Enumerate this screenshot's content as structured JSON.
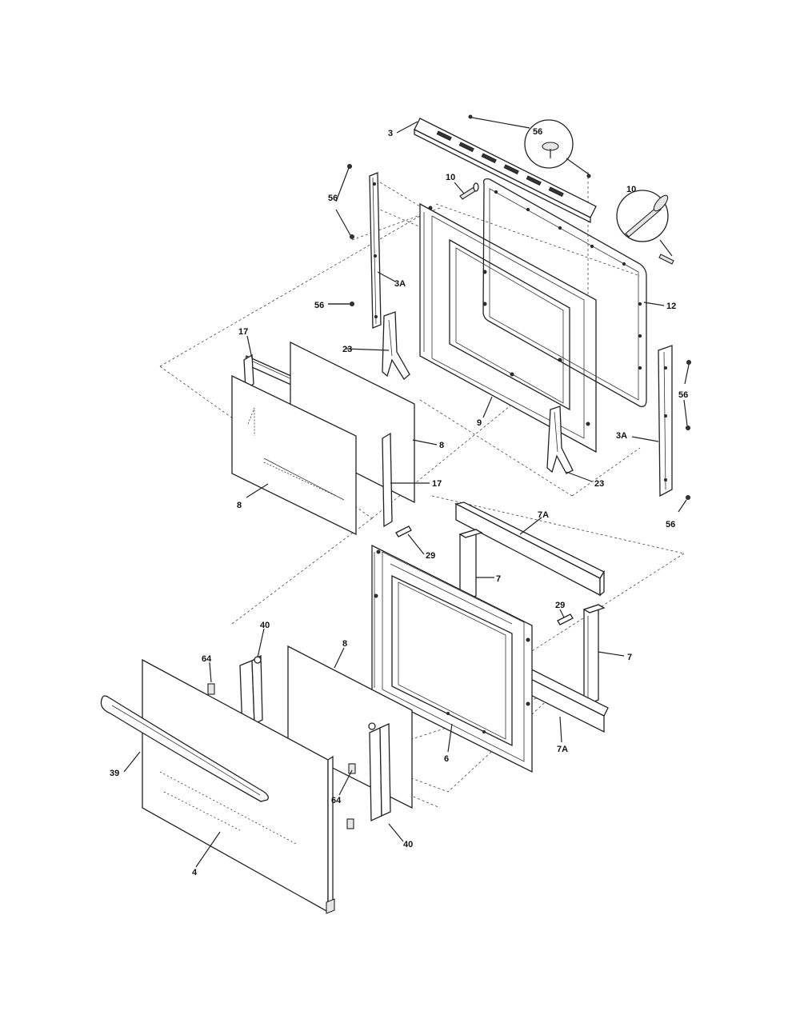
{
  "labels": {
    "l3": "3",
    "l56_callout": "56",
    "l10_top": "10",
    "l10_callout": "10",
    "l56_a": "56",
    "l3A_left": "3A",
    "l56_b": "56",
    "l12": "12",
    "l17_top": "17",
    "l23_top": "23",
    "l9": "9",
    "l56_c": "56",
    "l3A_right": "3A",
    "l8_upper": "8",
    "l23_bottom": "23",
    "l17_lower": "17",
    "l8_left": "8",
    "l56_d": "56",
    "l7A_top": "7A",
    "l29_left": "29",
    "l7_upper": "7",
    "l29_right": "29",
    "l40_top": "40",
    "l64_top": "64",
    "l8_lower": "8",
    "l7_right": "7",
    "l39": "39",
    "l6": "6",
    "l7A_bottom": "7A",
    "l64_bottom": "64",
    "l40_bottom": "40",
    "l4": "4"
  },
  "colors": {
    "line": "#222222",
    "background": "#ffffff"
  }
}
